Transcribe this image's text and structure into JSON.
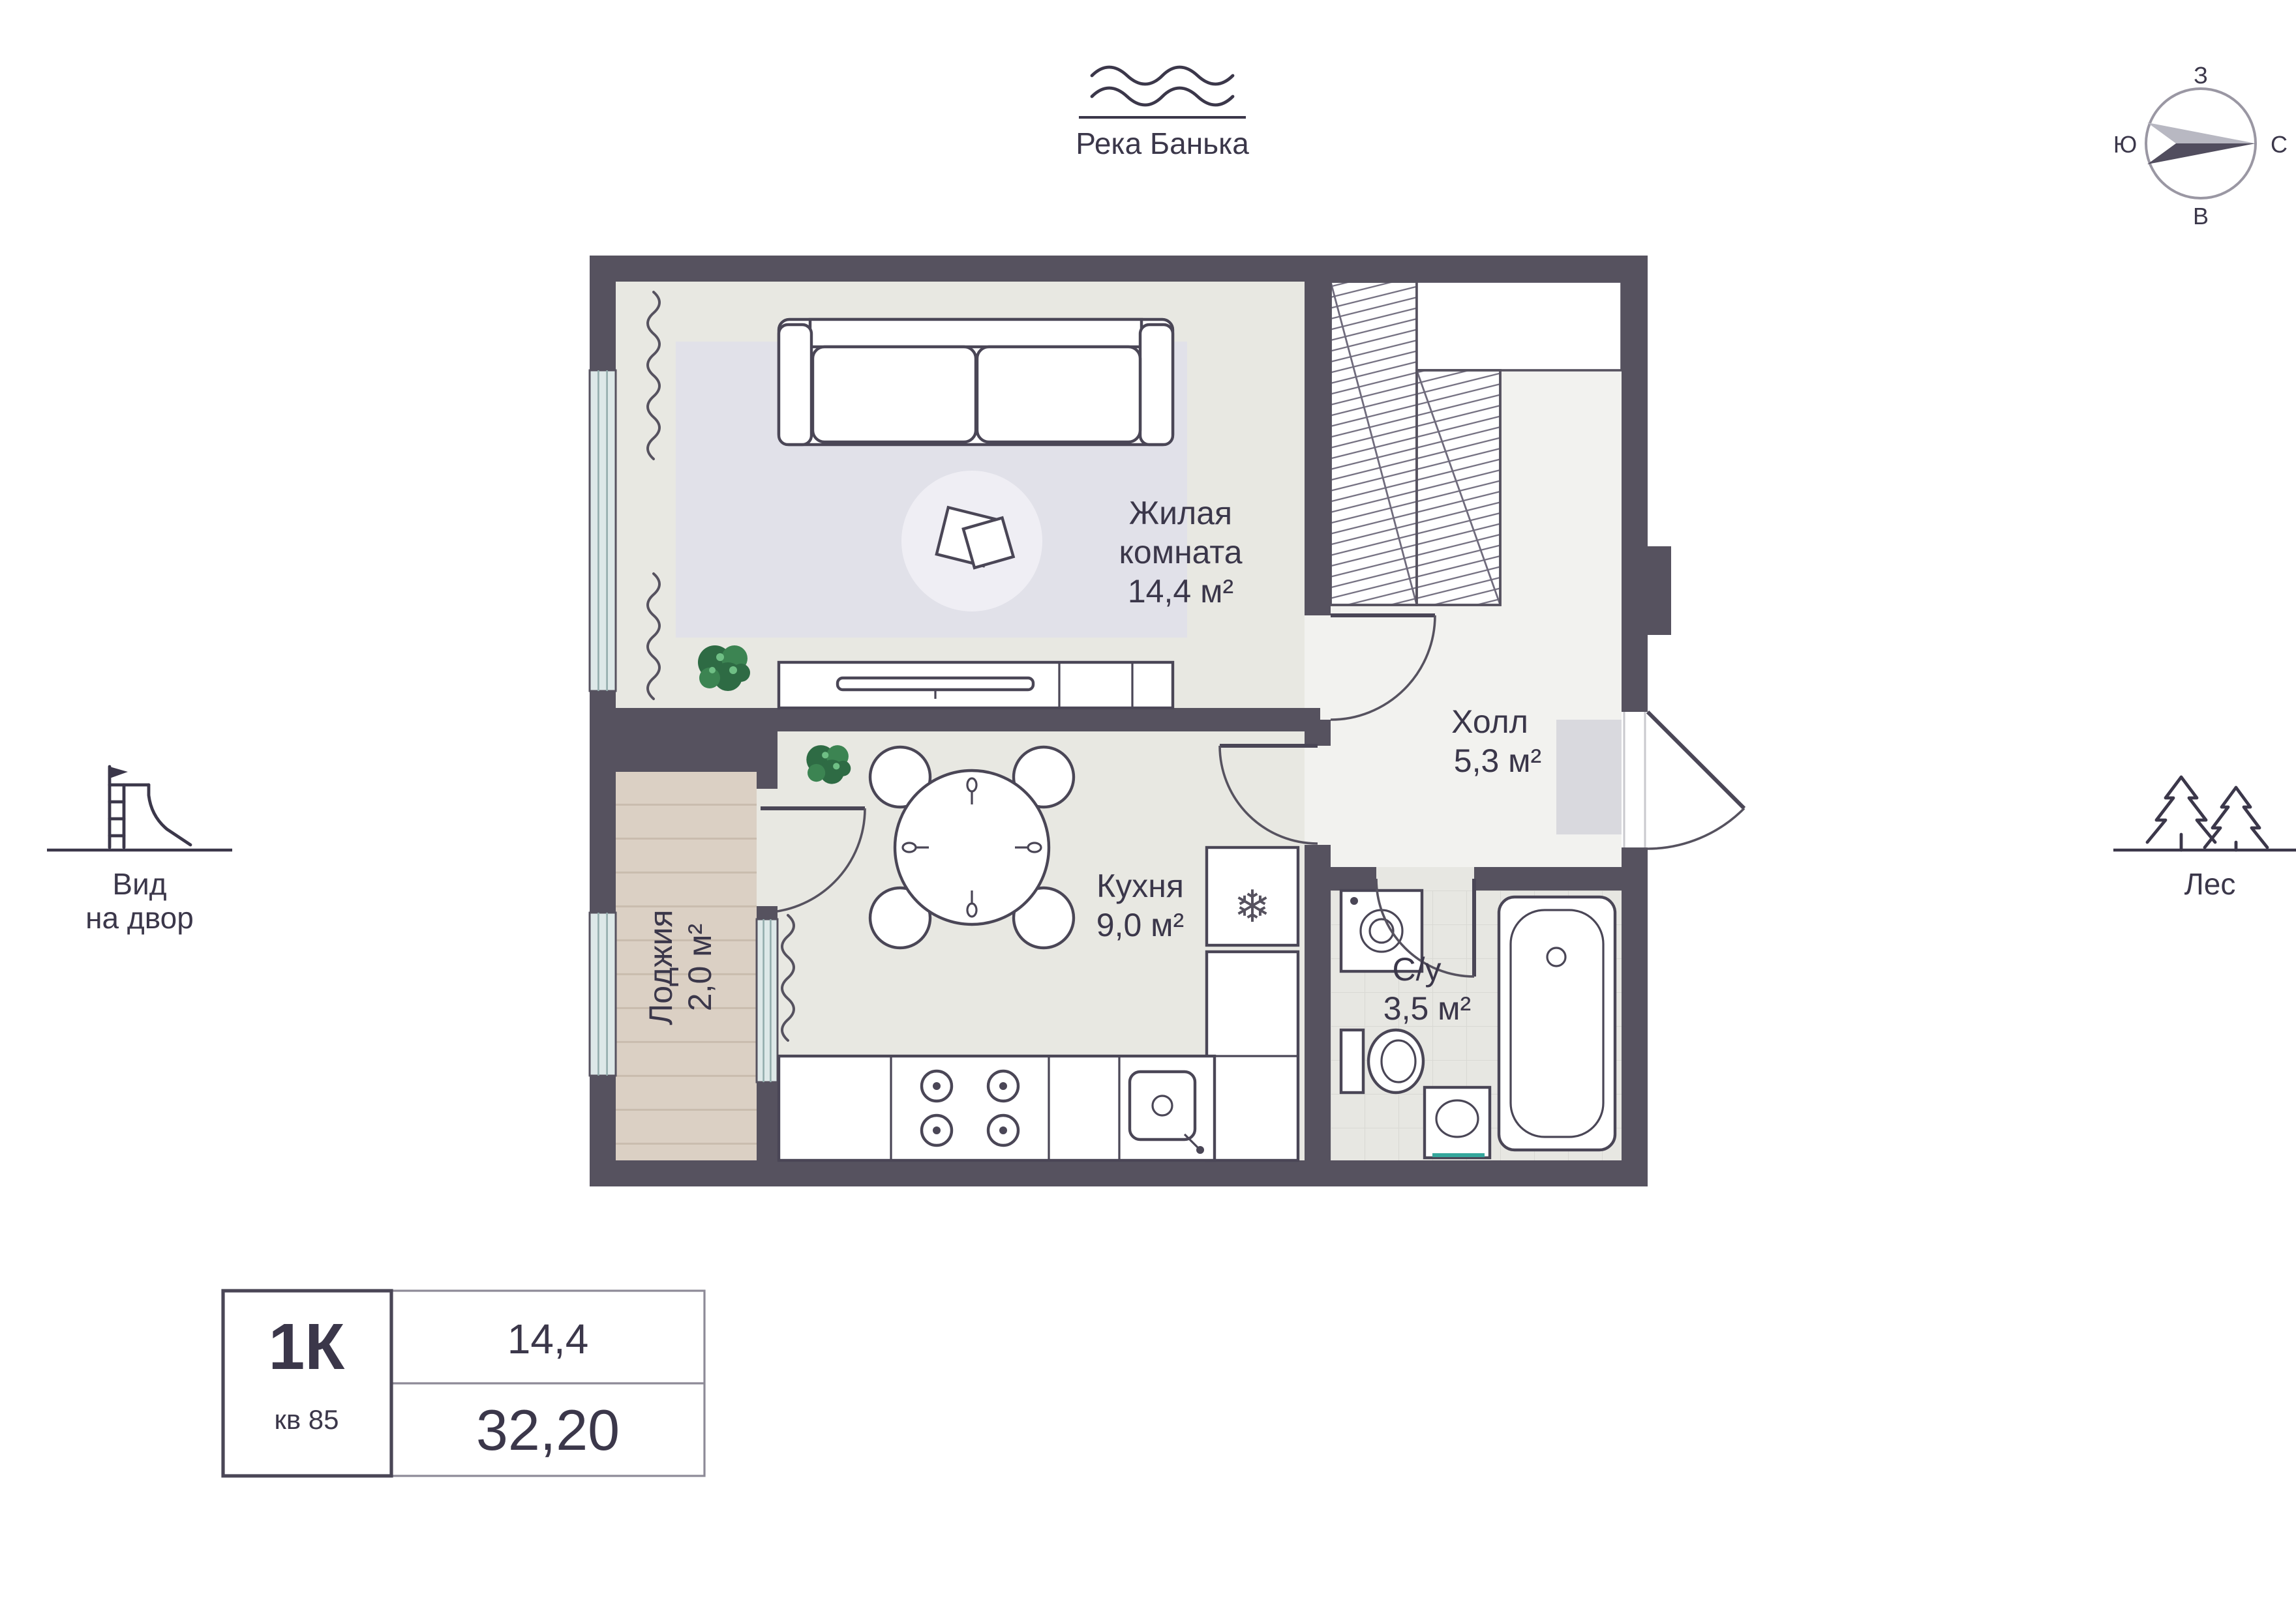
{
  "landmarks": {
    "river": "Река Банька",
    "courtyard_line1": "Вид",
    "courtyard_line2": "на двор",
    "forest": "Лес"
  },
  "compass": {
    "top": "З",
    "left": "Ю",
    "right": "С",
    "bottom": "В"
  },
  "rooms": {
    "living": {
      "line1": "Жилая",
      "line2": "комната",
      "area": "14,4 м²"
    },
    "hall": {
      "name": "Холл",
      "area": "5,3 м²"
    },
    "kitchen": {
      "name": "Кухня",
      "area": "9,0 м²"
    },
    "bathroom": {
      "name": "С/у",
      "area": "3,5 м²"
    },
    "loggia": {
      "name": "Лоджия",
      "area": "2,0 м²"
    }
  },
  "info_card": {
    "type": "1К",
    "unit": "кв 85",
    "room_area": "14,4",
    "total_area": "32,20"
  },
  "icons": {
    "snowflake": "❄"
  },
  "colors": {
    "wall": "#56525f",
    "accent_teal": "#35a79c"
  }
}
